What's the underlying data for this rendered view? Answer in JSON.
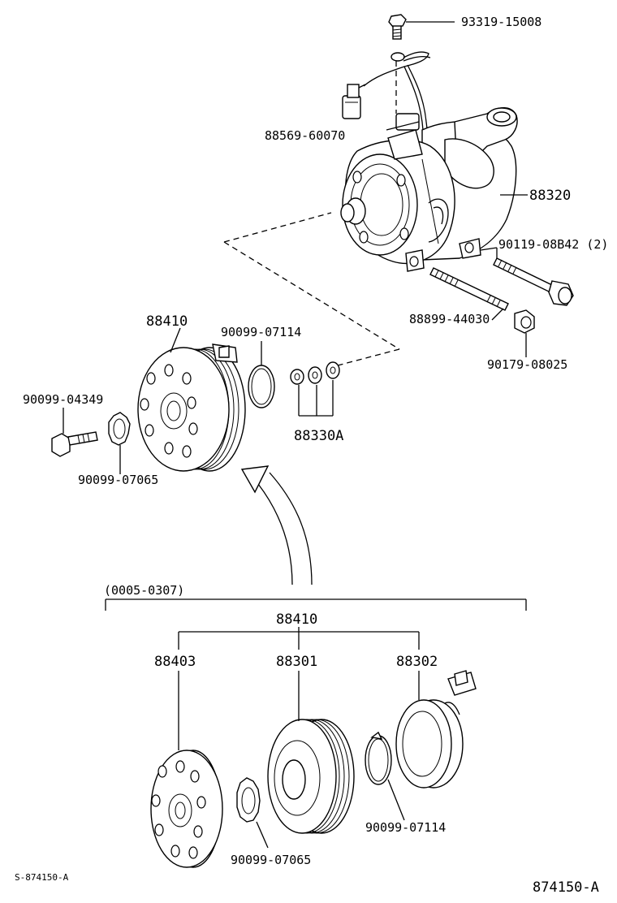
{
  "labels": {
    "bolt_top": "93319-15008",
    "connector": "88569-60070",
    "compressor": "88320",
    "bolt_long": "90119-08B42 (2)",
    "stud": "88899-44030",
    "nut": "90179-08025",
    "clutch_assy": "88410",
    "snap_ring_upper": "90099-07114",
    "shim_bolt": "90099-04349",
    "washer_upper": "90099-07065",
    "shims": "88330A",
    "date_range": "(0005-0307)",
    "clutch_assy_lower": "88410",
    "pressure_plate": "88403",
    "pulley": "88301",
    "stator": "88302",
    "snap_ring_lower": "90099-07114",
    "washer_lower": "90099-07065",
    "code_small": "S-874150-A",
    "code_large": "874150-A"
  }
}
